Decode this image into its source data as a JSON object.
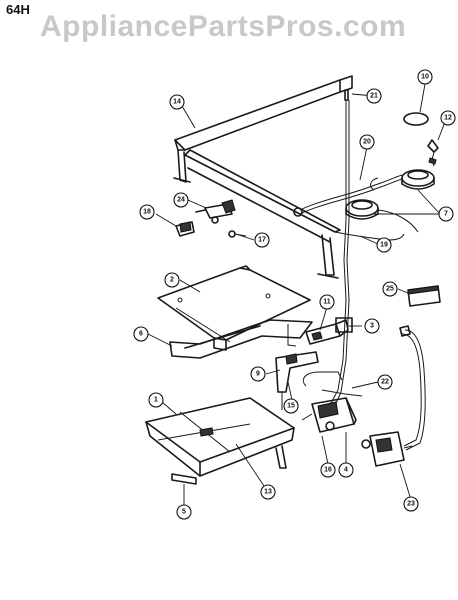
{
  "page_code": "64H",
  "watermark": "AppliancePartsPros.com",
  "callouts": [
    {
      "id": "c1",
      "label": "1"
    },
    {
      "id": "c2",
      "label": "2"
    },
    {
      "id": "c3",
      "label": "3"
    },
    {
      "id": "c4",
      "label": "4"
    },
    {
      "id": "c5",
      "label": "5"
    },
    {
      "id": "c6",
      "label": "6"
    },
    {
      "id": "c7",
      "label": "7"
    },
    {
      "id": "c9",
      "label": "9"
    },
    {
      "id": "c10",
      "label": "10"
    },
    {
      "id": "c11",
      "label": "11"
    },
    {
      "id": "c12",
      "label": "12"
    },
    {
      "id": "c13",
      "label": "13"
    },
    {
      "id": "c14",
      "label": "14"
    },
    {
      "id": "c15",
      "label": "15"
    },
    {
      "id": "c16",
      "label": "16"
    },
    {
      "id": "c17",
      "label": "17"
    },
    {
      "id": "c18",
      "label": "18"
    },
    {
      "id": "c19",
      "label": "19"
    },
    {
      "id": "c20",
      "label": "20"
    },
    {
      "id": "c21",
      "label": "21"
    },
    {
      "id": "c22",
      "label": "22"
    },
    {
      "id": "c23",
      "label": "23"
    },
    {
      "id": "c24",
      "label": "24"
    },
    {
      "id": "c25",
      "label": "25"
    }
  ]
}
